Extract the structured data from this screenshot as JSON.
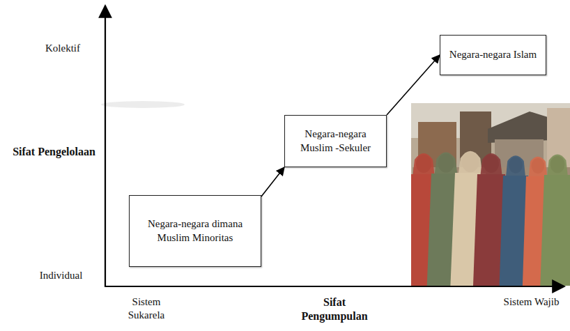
{
  "diagram": {
    "nodes": [
      {
        "text": [
          "Negara-negara dimana Muslim Minoritas"
        ]
      },
      {
        "text": [
          "Negara-negara Muslim -Sekuler"
        ]
      },
      {
        "text": [
          "Negara-negara Islam"
        ]
      }
    ],
    "edges": [
      {
        "from": 0,
        "to": 1,
        "arrow": "to"
      },
      {
        "from": 1,
        "to": 2,
        "arrow": "to"
      }
    ],
    "labels": [
      "Kolektif",
      "Sifat Pengelolaan",
      "Individual",
      "Sistem Sukarela",
      "Sifat Pengumpulan",
      "Sistem Wajib"
    ]
  }
}
